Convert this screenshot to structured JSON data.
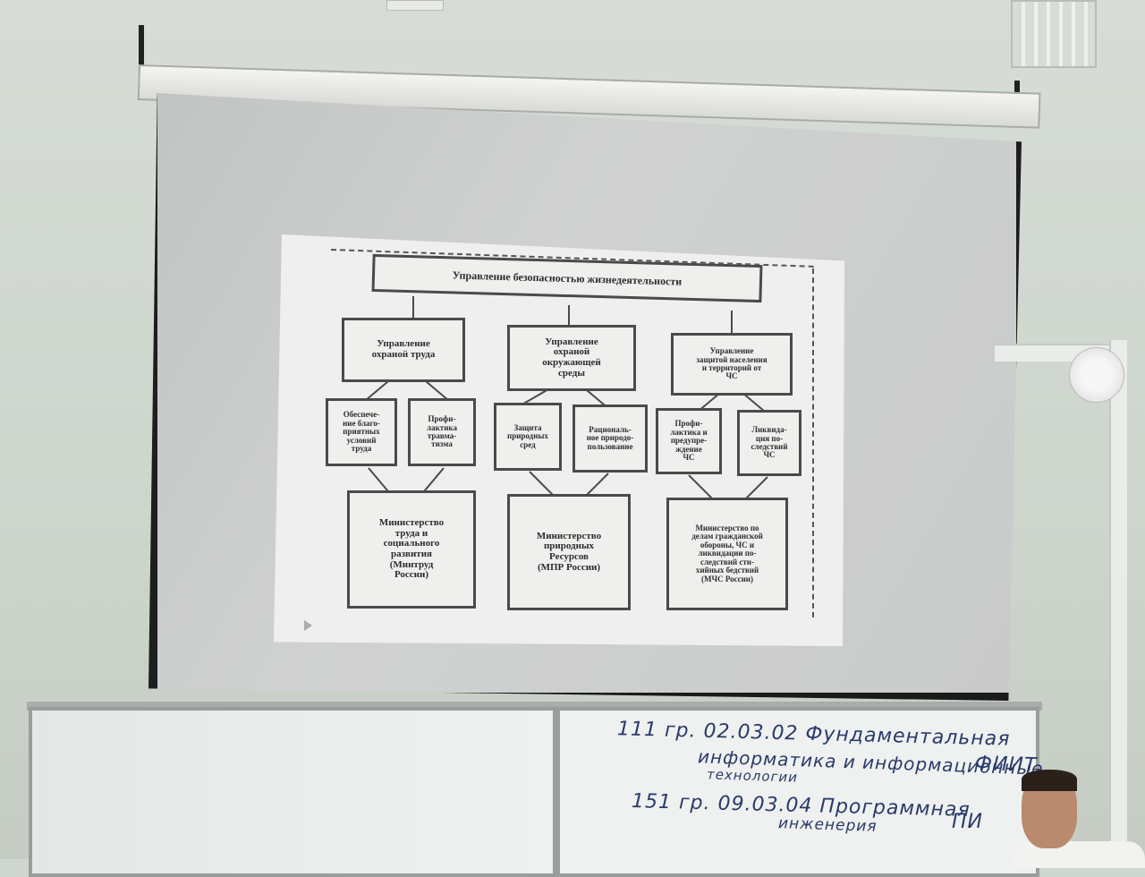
{
  "slide": {
    "root": "Управление безопасностью жизнедеятельности",
    "branches": [
      {
        "title": "Управление\nохраной труда",
        "subs": [
          "Обеспече-\nние благо-\nприятных\nусловий\nтруда",
          "Профи-\nлактика\nтравма-\nтизма"
        ],
        "ministry": "Министерство\nтруда и\nсоциального\nразвития\n(Минтруд\nРоссии)"
      },
      {
        "title": "Управление\nохраной\nокружающей\nсреды",
        "subs": [
          "Защита\nприродных\nсред",
          "Рациональ-\nное природо-\nпользование"
        ],
        "ministry": "Министерство\nприродных\nРесурсов\n(МПР России)"
      },
      {
        "title": "Управление\nзащитой населения\nи территорий от\nЧС",
        "subs": [
          "Профи-\nлактика и\nпредупре-\nждение\nЧС",
          "Ликвида-\nция по-\nследствий\nЧС"
        ],
        "ministry": "Министерство по\nделам гражданской\nобороны, ЧС и\nликвидации по-\nследствий сти-\nхийных бедствий\n(МЧС России)"
      }
    ]
  },
  "whiteboard": {
    "line1": "111 гр.   02.03.02  Фундаментальная",
    "line2": "информатика и информационные",
    "line3": "технологии",
    "abbr1": "ФИИТ",
    "line4": "151 гр.   09.03.04  Программная",
    "line5": "инженерия",
    "abbr2": "ПИ"
  },
  "icons": [
    "play-icon"
  ]
}
